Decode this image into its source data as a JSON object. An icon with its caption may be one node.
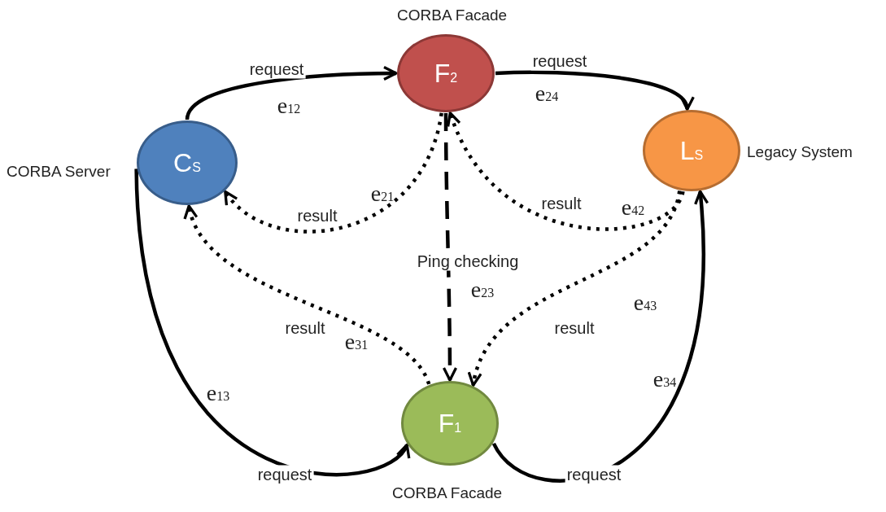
{
  "diagram": {
    "nodes": [
      {
        "text": [
          "C$_{S}$"
        ],
        "beside": [
          "CORBA Server"
        ]
      },
      {
        "text": [
          "F$_{2}$"
        ],
        "beside": [
          "CORBA Facade"
        ]
      },
      {
        "text": [
          "L$_{S}$"
        ],
        "beside": [
          "Legacy System"
        ]
      },
      {
        "text": [
          "F$_{1}$"
        ],
        "beside": [
          "CORBA Facade"
        ]
      }
    ],
    "edges": [
      {
        "from": 0,
        "to": 1,
        "arrow": "to",
        "label": "request"
      },
      {
        "from": 1,
        "to": 2,
        "arrow": "to",
        "label": "request"
      },
      {
        "from": 1,
        "to": 0,
        "arrow": "to",
        "label": "result",
        "style": "dashed"
      },
      {
        "from": 2,
        "to": 1,
        "arrow": "to",
        "label": "result",
        "style": "dashed"
      },
      {
        "from": 1,
        "to": 3,
        "arrow": "to",
        "label": "Ping checking",
        "style": "dashed"
      },
      {
        "from": 3,
        "to": 0,
        "arrow": "to",
        "label": "result",
        "style": "dashed"
      },
      {
        "from": 2,
        "to": 3,
        "arrow": "to",
        "label": "result",
        "style": "dashed"
      },
      {
        "from": 0,
        "to": 3,
        "arrow": "to",
        "label": "request"
      },
      {
        "from": 3,
        "to": 2,
        "arrow": "to",
        "label": "request"
      }
    ],
    "labels": [
      "e$_{12}$",
      "e$_{24}$",
      "e$_{21}$",
      "e$_{42}$",
      "e$_{23}$",
      "e$_{43}$",
      "e$_{31}$",
      "e$_{13}$",
      "e$_{34}$"
    ]
  }
}
